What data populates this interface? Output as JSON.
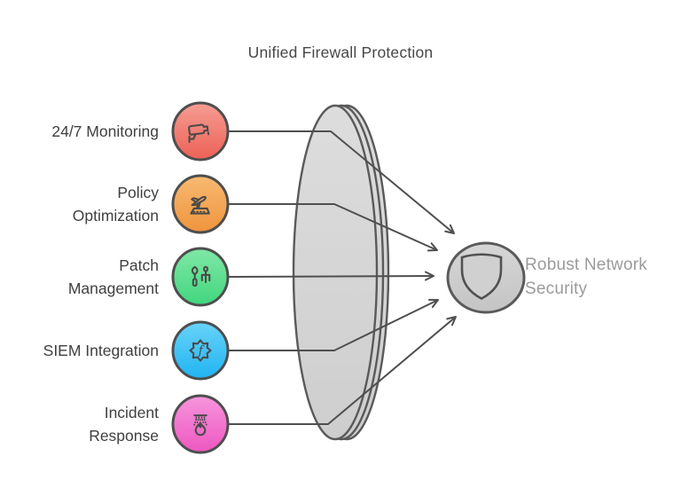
{
  "title": "Unified Firewall Protection",
  "inputs": [
    {
      "id": "monitoring",
      "line1": "24/7 Monitoring",
      "line2": "",
      "icon": "cctv-camera",
      "color_top": "#f59d93",
      "color_bottom": "#ed6156"
    },
    {
      "id": "policy-optimization",
      "line1": "Policy",
      "line2": "Optimization",
      "icon": "airplane",
      "color_top": "#f8ba72",
      "color_bottom": "#ef943d"
    },
    {
      "id": "patch-management",
      "line1": "Patch",
      "line2": "Management",
      "icon": "garden-tools",
      "color_top": "#80e7a6",
      "color_bottom": "#42d77e"
    },
    {
      "id": "siem-integration",
      "line1": "SIEM Integration",
      "line2": "",
      "icon": "gear-f",
      "icon_letter": "f",
      "color_top": "#68d3f8",
      "color_bottom": "#21b4f2"
    },
    {
      "id": "incident-response",
      "line1": "Incident",
      "line2": "Response",
      "icon": "sprinkler-flame",
      "color_top": "#f795dd",
      "color_bottom": "#ee57c0"
    }
  ],
  "output": {
    "id": "robust-network-security",
    "line1": "Robust Network",
    "line2": "Security",
    "icon": "shield"
  },
  "colors": {
    "background": "#ffffff",
    "title_text": "#474747",
    "label_text": "#404040",
    "output_text": "#9b9b9b",
    "line": "#4f4f4f",
    "circle_border": "#4e4e4e",
    "icon_stroke": "#4a4a4a",
    "lens_stroke": "#5a5a5a",
    "lens_fill_top": "#dddddd",
    "lens_fill_bottom": "#cecece",
    "shield_circle_top": "#d6d6d6",
    "shield_circle_bottom": "#c4c4c4",
    "shield_fill": "#d0d0d0",
    "shield_stroke": "#515151"
  }
}
